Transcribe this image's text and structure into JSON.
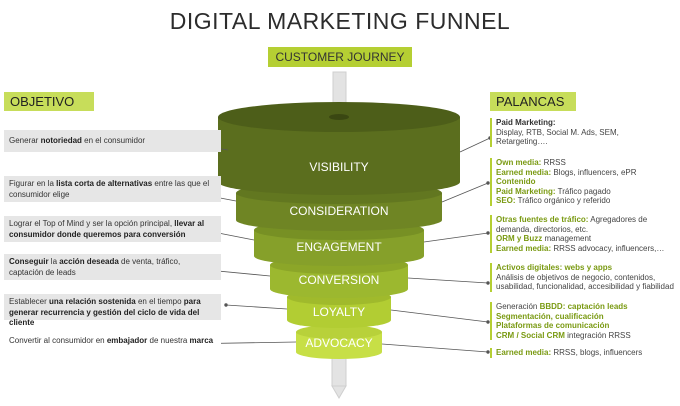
{
  "title": "DIGITAL MARKETING FUNNEL",
  "journey_label": "CUSTOMER JOURNEY",
  "left_header": "OBJETIVO",
  "right_header": "PALANCAS",
  "stages": [
    "VISIBILITY",
    "CONSIDERATION",
    "ENGAGEMENT",
    "CONVERSION",
    "LOYALTY",
    "ADVOCACY"
  ],
  "colors": {
    "stage_1": "#5b6e1e",
    "stage_2": "#6f8524",
    "stage_3": "#86a02a",
    "stage_4": "#9cb82f",
    "stage_5": "#b2cd33",
    "stage_6": "#c7df46",
    "accent": "#b5cf33",
    "label_box": "#e6e6e6"
  },
  "objectives": [
    {
      "a": "Generar ",
      "b": "notoriedad",
      "c": " en el consumidor",
      "d": "",
      "e": ""
    },
    {
      "a": "Figurar en la ",
      "b": "lista corta de alternativas",
      "c": " entre las que el consumidor elige",
      "d": "",
      "e": ""
    },
    {
      "a": "Lograr el Top of Mind y ser la opción principal, ",
      "b": "llevar al consumidor donde queremos para conversión",
      "c": "",
      "d": "",
      "e": ""
    },
    {
      "a": "",
      "b": "Conseguir",
      "c": " la ",
      "d": "acción deseada",
      "e": " de venta, tráfico, captación de leads"
    },
    {
      "a": "Establecer ",
      "b": "una relación sostenida",
      "c": " en el tiempo ",
      "d": "para generar recurrencia y gestión del ciclo de vida del cliente",
      "e": ""
    },
    {
      "a": "Convertir al consumidor en ",
      "b": "embajador",
      "c": " de nuestra ",
      "d": "marca",
      "e": ""
    }
  ],
  "levers": {
    "visibility": {
      "l1": "Paid Marketing:",
      "l2": "Display, RTB, Social M. Ads, SEM,",
      "l3": "Retargeting…."
    },
    "consideration": {
      "own_label": "Own media:",
      "own_text": " RRSS",
      "earned_label": "Earned media:",
      "earned_text": " Blogs, influencers, ePR",
      "content": "Contenido",
      "paid_label": "Paid Marketing:",
      "paid_text": " Tráfico pagado",
      "seo_label": "SEO:",
      "seo_text": " Tráfico orgánico y referido"
    },
    "engagement": {
      "other_label": "Otras fuentes de tráfico:",
      "other_text": " Agregadores de demanda, directorios, etc.",
      "orm_label": "ORM y Buzz",
      "orm_text": " management",
      "earned_label": "Earned media:",
      "earned_text": " RRSS advocacy, influencers,…"
    },
    "conversion": {
      "label": "Activos digitales: webs y apps",
      "text": "Análisis de objetivos de negocio, contenidos, usabilidad, funcionalidad, accesibilidad y fiabilidad"
    },
    "loyalty": {
      "l1a": "Generación ",
      "l1b": "BBDD: captación leads",
      "l2": "Segmentación, cualificación",
      "l3": "Plataformas de comunicación",
      "l4a": "CRM / Social CRM",
      "l4b": " integración RRSS"
    },
    "advocacy": {
      "label": "Earned media:",
      "text": " RRSS, blogs, influencers"
    }
  }
}
